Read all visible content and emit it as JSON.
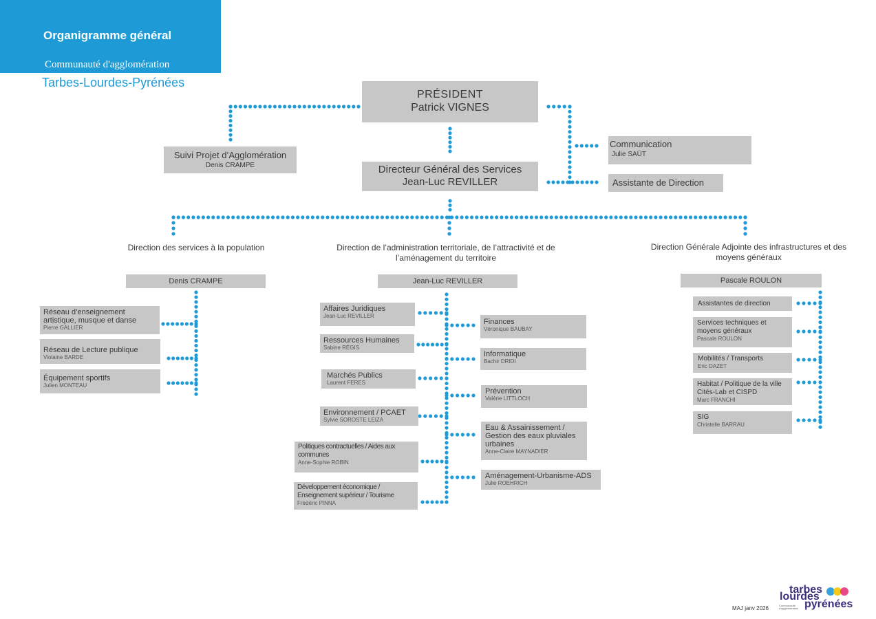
{
  "header": {
    "title": "Organigramme général",
    "subtitle": "Communauté d'agglomération",
    "city": "Tarbes-Lourdes-Pyrénées"
  },
  "colors": {
    "accent": "#1e9ad6",
    "box": "#c8c7c7",
    "logo_text": "#3d2e7c",
    "logo_dots": [
      "#1e9ad6",
      "#f5c400",
      "#e8357a"
    ]
  },
  "top": {
    "president": {
      "title": "PRÉSIDENT",
      "name": "Patrick VIGNES"
    },
    "dgs": {
      "title": "Directeur Général des Services",
      "name": "Jean-Luc REVILLER"
    },
    "suivi": {
      "title": "Suivi Projet d’Agglomération",
      "name": "Denis CRAMPE"
    },
    "communication": {
      "title": "Communication",
      "name": "Julie SAÜT"
    },
    "assistante": {
      "title": "Assistante de Direction"
    }
  },
  "directions": {
    "population": {
      "title": "Direction des services à la population",
      "head": "Denis CRAMPE",
      "units": [
        {
          "title": "Réseau d’enseignement artistique, musque et danse",
          "name": "Pierre GALLIER"
        },
        {
          "title": "Réseau de Lecture publique",
          "name": "Violaine BARDE"
        },
        {
          "title": "Équipement sportifs",
          "name": "Julien MONTEAU"
        }
      ]
    },
    "admin": {
      "title": "Direction de l’administration territoriale, de l’attractivité et de l’aménagement du territoire",
      "head": "Jean-Luc REVILLER",
      "left_units": [
        {
          "title": "Affaires Juridiques",
          "name": "Jean-Luc REVILLER"
        },
        {
          "title": "Ressources Humaines",
          "name": "Sabine RÉGIS"
        },
        {
          "title": "Marchés Publics",
          "name": "Laurent FERES"
        },
        {
          "title": "Environnement / PCAET",
          "name": "Sylvie SOROSTE LEIZA"
        },
        {
          "title": "Politiques contractuelles / Aides aux communes",
          "name": "Anne-Sophie ROBIN"
        },
        {
          "title": "Développement économique / Enseignement supérieur / Tourisme",
          "name": "Frédéric PINNA"
        }
      ],
      "right_units": [
        {
          "title": "Finances",
          "name": "Véronique BAUBAY"
        },
        {
          "title": "Informatique",
          "name": "Bachir DRIDI"
        },
        {
          "title": "Prévention",
          "name": "Valérie LITTLOCH"
        },
        {
          "title": "Eau & Assainissement / Gestion des eaux pluviales urbaines",
          "name": "Anne-Claire MAYNADIER"
        },
        {
          "title": "Aménagement-Urbanisme-ADS",
          "name": "Julie ROEHRICH"
        }
      ]
    },
    "infra": {
      "title": "Direction Générale Adjointe des infrastructures et des moyens généraux",
      "head": "Pascale ROULON",
      "units": [
        {
          "title": "Assistantes de direction",
          "name": ""
        },
        {
          "title": "Services techniques et moyens généraux",
          "name": "Pascale ROULON"
        },
        {
          "title": "Mobilités / Transports",
          "name": "Eric DAZET"
        },
        {
          "title": "Habitat / Politique de la ville Cités-Lab et CISPD",
          "name": "Marc FRANCHI"
        },
        {
          "title": "SIG",
          "name": "Christelle BARRAU"
        }
      ]
    }
  },
  "footer": {
    "date": "MAJ janv 2026",
    "logo": {
      "line1": "tarbes",
      "line2": "lourdes",
      "line3": "pyrénées",
      "small": "Communauté d'agglomération"
    }
  }
}
